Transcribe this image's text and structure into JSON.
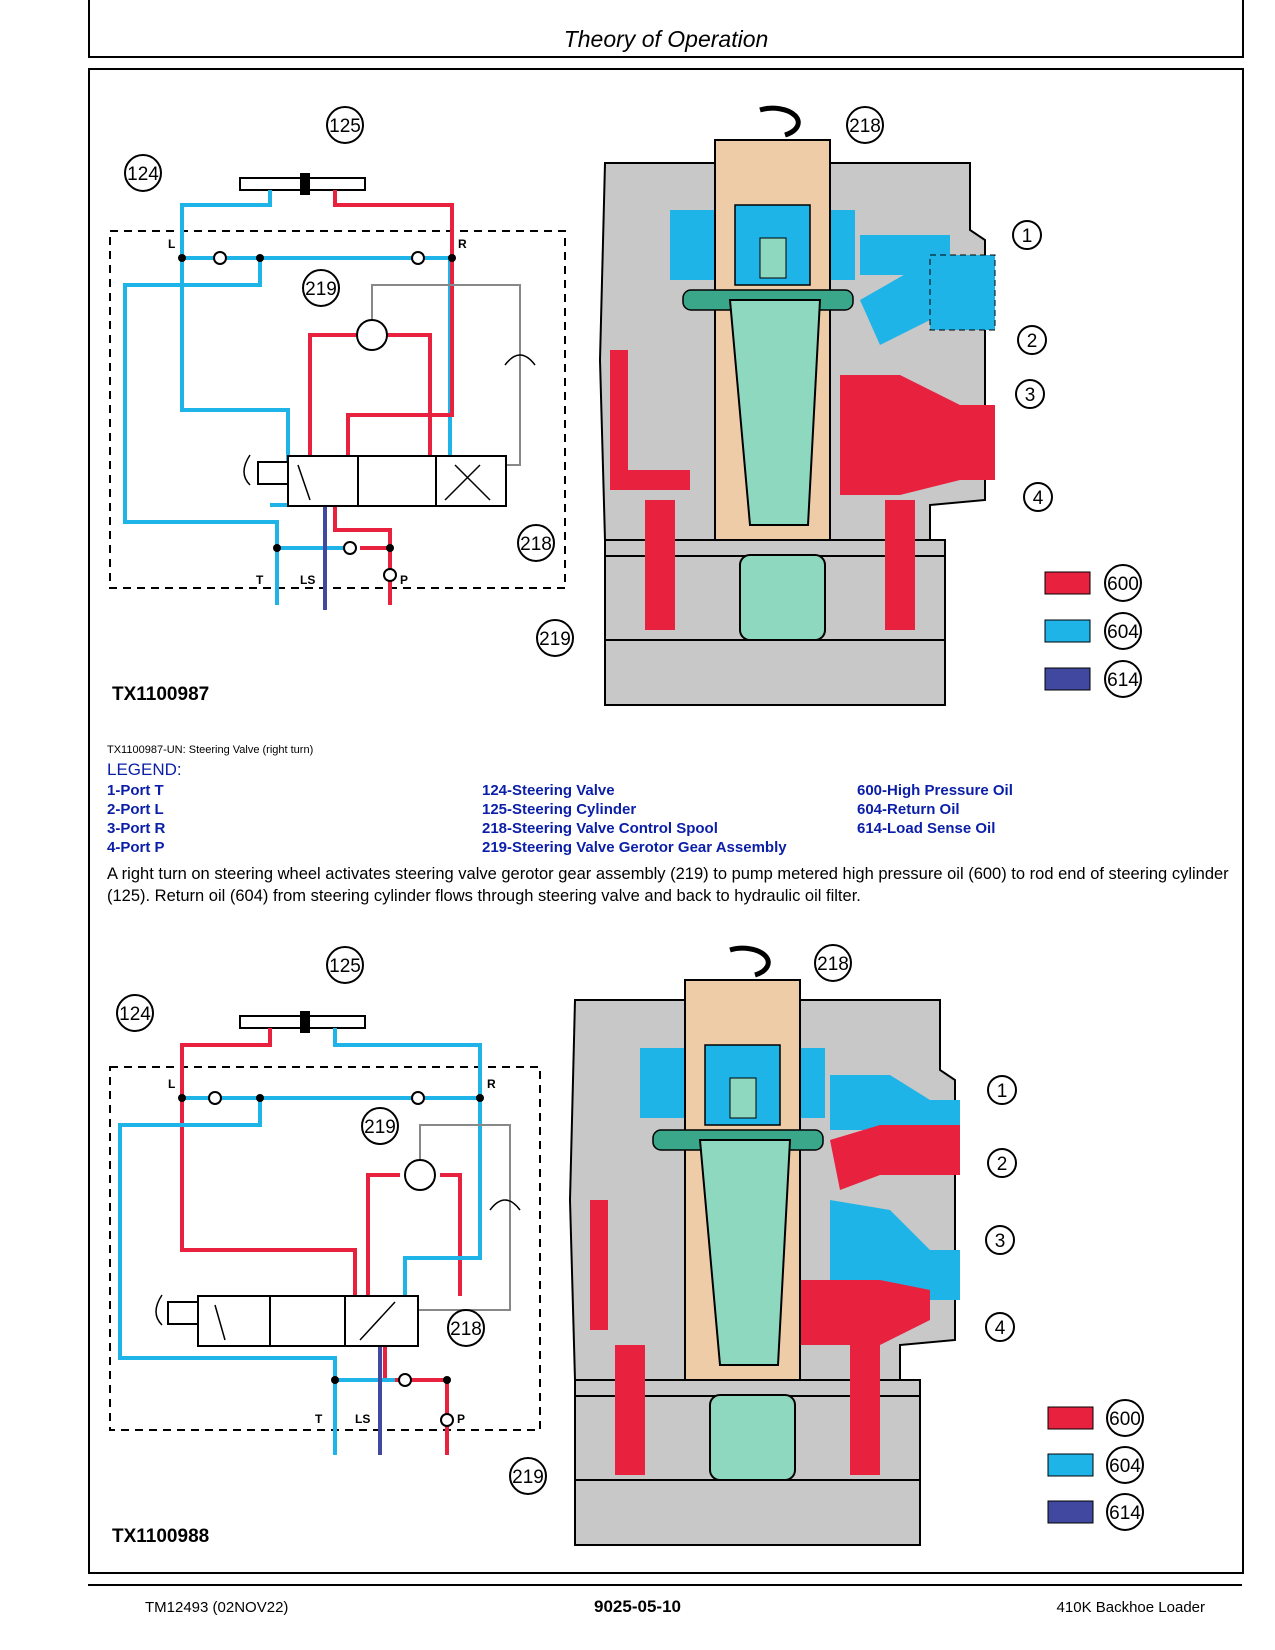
{
  "header": {
    "title": "Theory of Operation"
  },
  "colors": {
    "high_pressure": "#e8213f",
    "return": "#1eb4e8",
    "load_sense": "#4048a0",
    "spool": "#efcca8",
    "gerotor": "#8fd8c0",
    "body": "#c8c8c8"
  },
  "figures": [
    {
      "id": "TX1100987",
      "callouts": {
        "valve": "124",
        "cylinder": "125",
        "motor": "219",
        "spool_valve": "218",
        "section_spool": "218",
        "section_gerotor": "219"
      },
      "ports": {
        "l": "L",
        "r": "R",
        "t": "T",
        "ls": "LS",
        "p": "P"
      },
      "port_callouts": [
        "1",
        "2",
        "3",
        "4"
      ],
      "key": [
        "600",
        "604",
        "614"
      ]
    },
    {
      "id": "TX1100988",
      "callouts": {
        "valve": "124",
        "cylinder": "125",
        "motor": "219",
        "spool_valve": "218",
        "section_spool": "218",
        "section_gerotor": "219"
      },
      "ports": {
        "l": "L",
        "r": "R",
        "t": "T",
        "ls": "LS",
        "p": "P"
      },
      "port_callouts": [
        "1",
        "2",
        "3",
        "4"
      ],
      "key": [
        "600",
        "604",
        "614"
      ]
    }
  ],
  "caption": "TX1100987-UN: Steering Valve (right turn)",
  "legend": {
    "title": "LEGEND:",
    "col1": [
      "1-Port T",
      "2-Port L",
      "3-Port R",
      "4-Port P"
    ],
    "col2": [
      "124-Steering Valve",
      "125-Steering Cylinder",
      "218-Steering Valve Control Spool",
      "219-Steering Valve Gerotor Gear Assembly"
    ],
    "col3": [
      "600-High Pressure Oil",
      "604-Return Oil",
      "614-Load Sense Oil"
    ]
  },
  "paragraph": "A right turn on steering wheel activates steering valve gerotor gear assembly (219) to pump metered high pressure oil (600) to rod end of steering cylinder (125). Return oil (604) from steering cylinder flows through steering valve and back to hydraulic oil filter.",
  "footer": {
    "left": "TM12493 (02NOV22)",
    "center": "9025-05-10",
    "right": "410K Backhoe Loader"
  }
}
